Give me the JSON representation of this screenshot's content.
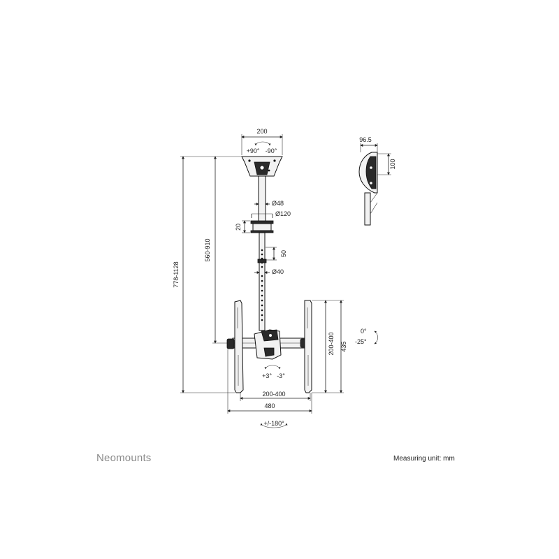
{
  "brand": "Neomounts",
  "measuring_unit": "Measuring unit: mm",
  "dimensions": {
    "top_plate_width": "200",
    "rotation_plus": "+90°",
    "rotation_minus": "-90°",
    "pole_diameter": "Ø48",
    "collar_diameter": "Ø120",
    "collar_height": "20",
    "height_adjust": "560-910",
    "total_height": "778-1128",
    "hole_spacing": "50",
    "inner_pole_diameter": "Ø40",
    "side_depth": "96.5",
    "side_height": "100",
    "tilt_top": "0°",
    "tilt_bottom": "-25°",
    "vesa_vertical": "200-400",
    "bracket_height": "435",
    "level_plus": "+3°",
    "level_minus": "-3°",
    "vesa_horizontal": "200-400",
    "total_width": "480",
    "swivel": "+/-180°"
  }
}
